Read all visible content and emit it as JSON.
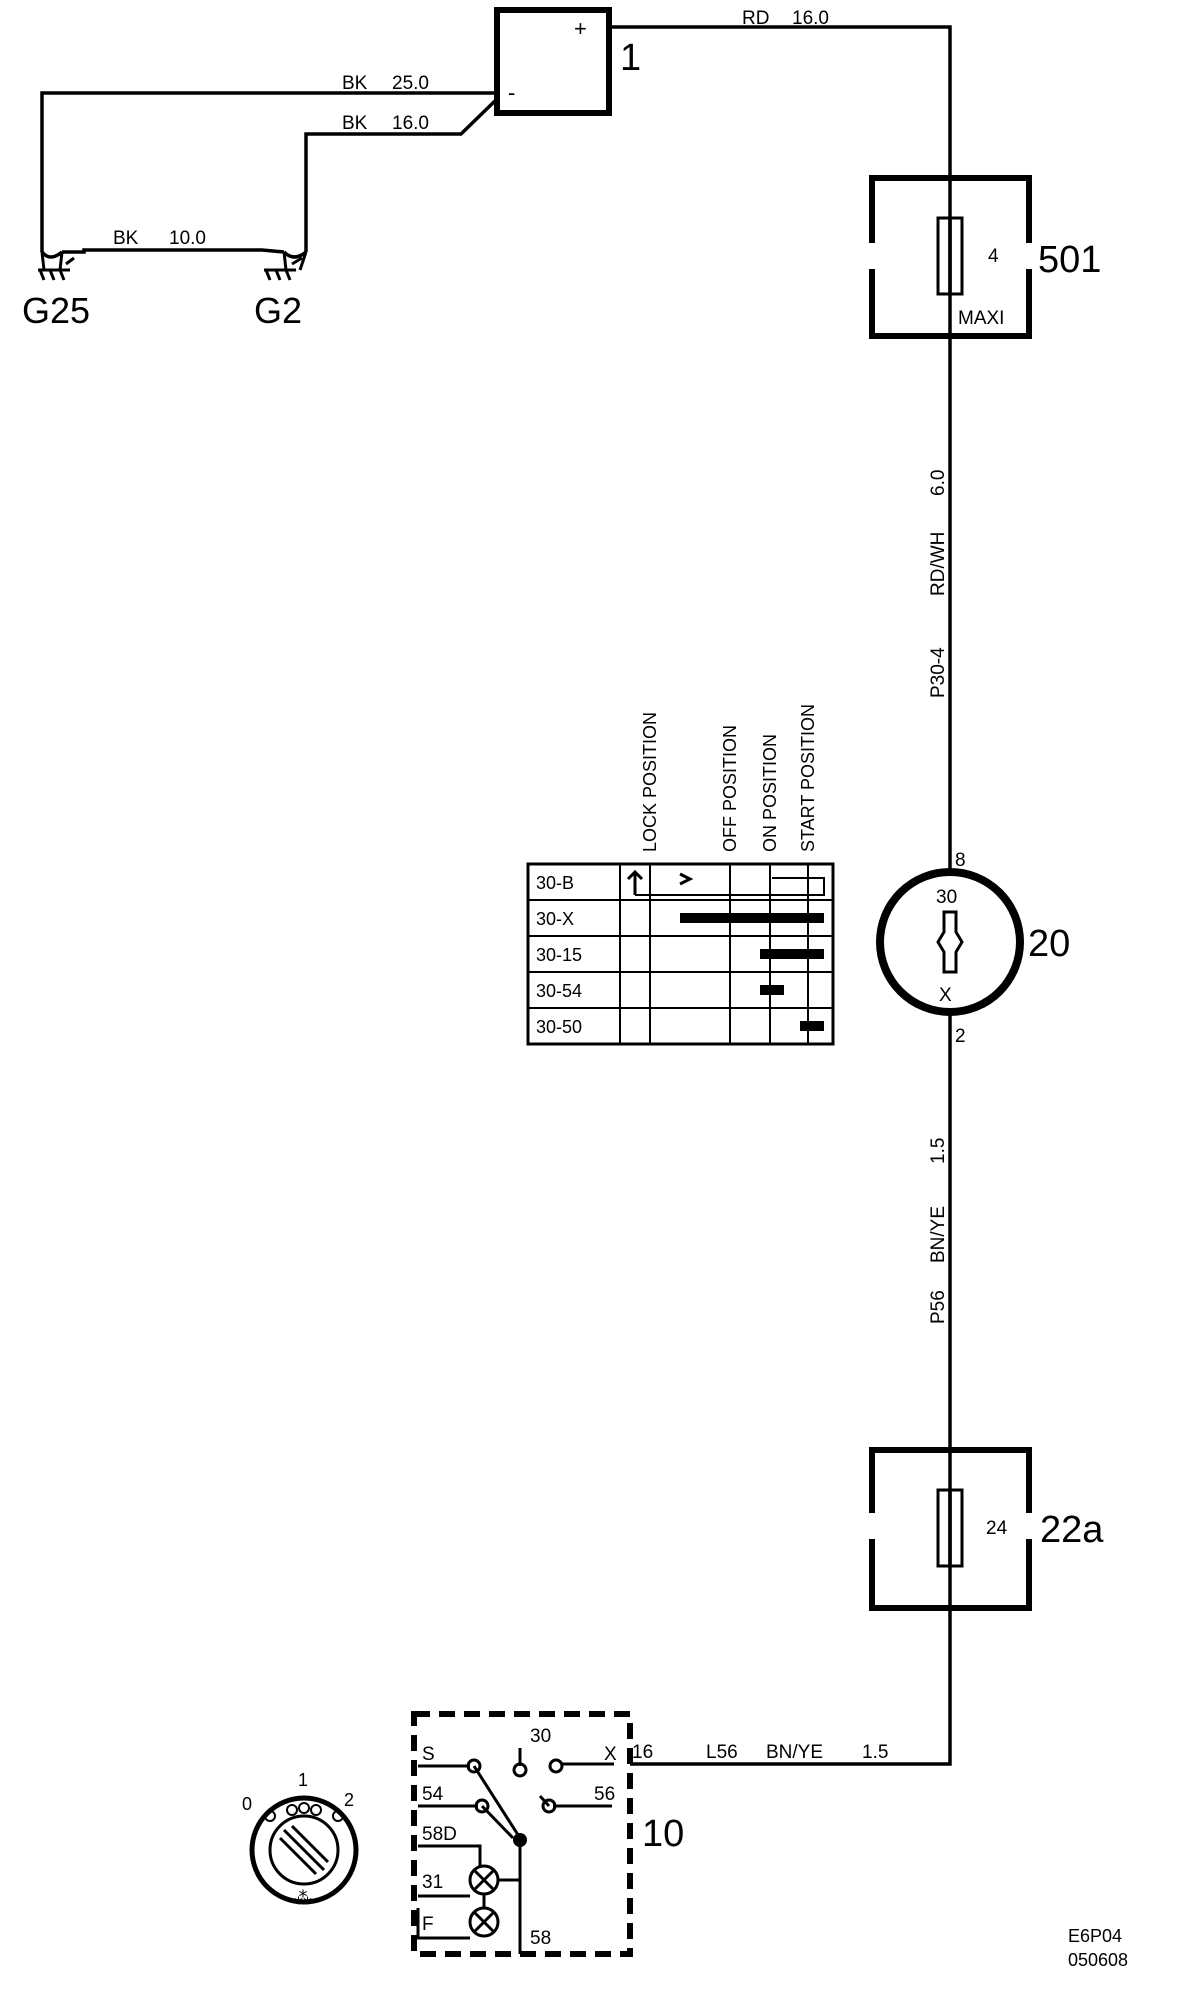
{
  "battery": {
    "id": "1",
    "plus": "+",
    "minus": "-"
  },
  "wires": {
    "bat_pos": {
      "color": "RD",
      "size": "16.0"
    },
    "bat_g25": {
      "color": "BK",
      "size": "25.0"
    },
    "bat_g2": {
      "color": "BK",
      "size": "16.0"
    },
    "g25_g2": {
      "color": "BK",
      "size": "10.0"
    },
    "fuse_ign": {
      "color": "RD/WH",
      "size": "6.0",
      "circuit": "P30-4"
    },
    "ign_fuse": {
      "color": "BN/YE",
      "size": "1.5",
      "circuit": "P56"
    },
    "fuse_switch": {
      "color": "BN/YE",
      "size": "1.5",
      "circuit": "L56"
    }
  },
  "grounds": {
    "left": "G25",
    "right": "G2"
  },
  "fuse_box_501": {
    "id": "501",
    "fuse": "4",
    "type": "MAXI"
  },
  "fuse_box_22a": {
    "id": "22a",
    "fuse": "24"
  },
  "ignition_switch": {
    "id": "20",
    "pin_top": "8",
    "pin_bottom": "2",
    "term_top": "30",
    "term_bottom": "X"
  },
  "switch_table": {
    "positions": [
      "LOCK POSITION",
      "OFF POSITION",
      "ON POSITION",
      "START POSITION"
    ],
    "rows": [
      "30-B",
      "30-X",
      "30-15",
      "30-54",
      "30-50"
    ]
  },
  "light_switch": {
    "id": "10",
    "pin": "16",
    "terms": {
      "s": "S",
      "t30": "30",
      "x": "X",
      "t54": "54",
      "t56": "56",
      "t58d": "58D",
      "t31": "31",
      "f": "F",
      "t58": "58"
    }
  },
  "knob": {
    "pos0": "0",
    "pos1": "1",
    "pos2": "2"
  },
  "reference": {
    "code": "E6P04",
    "date": "050608"
  }
}
